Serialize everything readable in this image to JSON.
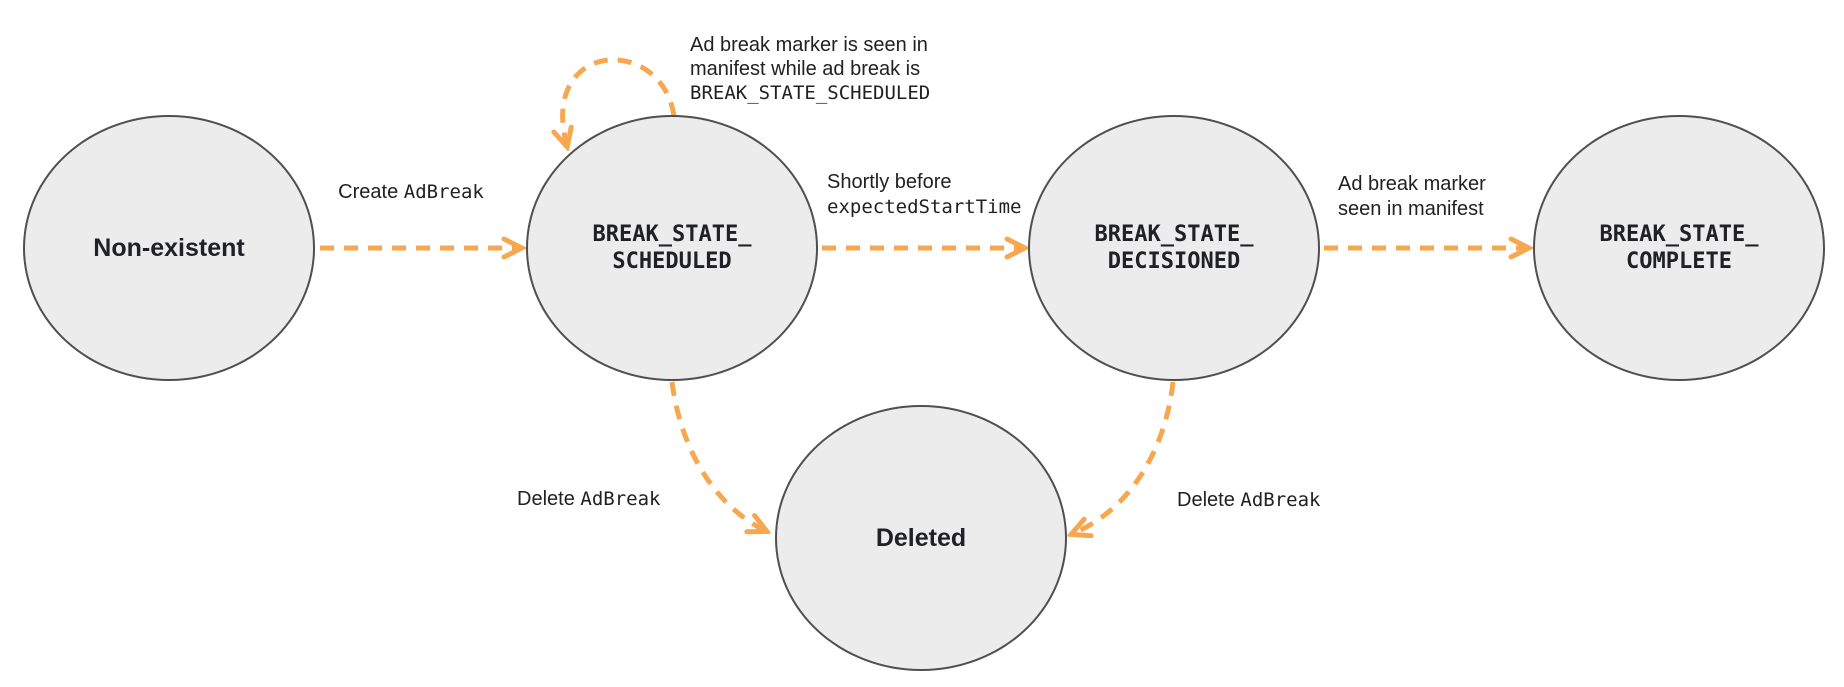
{
  "colors": {
    "arrow": "#F7A750",
    "node_fill": "#ECECEC",
    "node_border": "#4F4F4F",
    "text": "#202124"
  },
  "nodes": {
    "non_existent": {
      "label": "Non-existent"
    },
    "scheduled": {
      "line1": "BREAK_STATE_",
      "line2": "SCHEDULED"
    },
    "decisioned": {
      "line1": "BREAK_STATE_",
      "line2": "DECISIONED"
    },
    "complete": {
      "line1": "BREAK_STATE_",
      "line2": "COMPLETE"
    },
    "deleted": {
      "label": "Deleted"
    }
  },
  "edges": {
    "create": {
      "text": "Create",
      "code": "AdBreak"
    },
    "self_loop": {
      "line1": "Ad break marker is seen in",
      "line2": "manifest while ad break is",
      "line3_code": "BREAK_STATE_SCHEDULED"
    },
    "to_decisioned": {
      "line1": "Shortly before",
      "line2_code": "expectedStartTime"
    },
    "to_complete": {
      "line1": "Ad break marker",
      "line2": "seen in manifest"
    },
    "delete_from_scheduled": {
      "text": "Delete",
      "code": "AdBreak"
    },
    "delete_from_decisioned": {
      "text": "Delete",
      "code": "AdBreak"
    }
  }
}
